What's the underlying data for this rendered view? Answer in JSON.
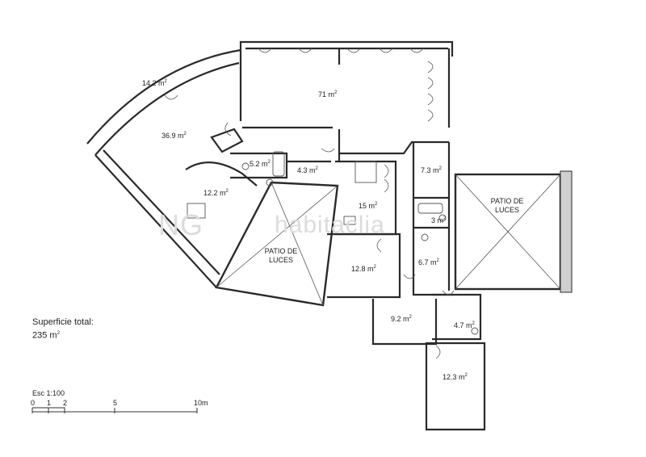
{
  "rooms": [
    {
      "area": "14.2 m",
      "unit_sup": "2"
    },
    {
      "area": "71 m",
      "unit_sup": "2"
    },
    {
      "area": "36.9 m",
      "unit_sup": "2"
    },
    {
      "area": "5.2 m",
      "unit_sup": "2"
    },
    {
      "area": "4.3 m",
      "unit_sup": "2"
    },
    {
      "area": "7.3 m",
      "unit_sup": "2"
    },
    {
      "area": "12.2 m",
      "unit_sup": "2"
    },
    {
      "area": "15 m",
      "unit_sup": "2"
    },
    {
      "area": "3 m",
      "unit_sup": "2"
    },
    {
      "area": "12.8 m",
      "unit_sup": "2"
    },
    {
      "area": "6.7 m",
      "unit_sup": "2"
    },
    {
      "area": "9.2 m",
      "unit_sup": "2"
    },
    {
      "area": "4.7 m",
      "unit_sup": "2"
    },
    {
      "area": "12.3 m",
      "unit_sup": "2"
    }
  ],
  "patios": [
    {
      "line1": "PATIO DE",
      "line2": "LUCES"
    },
    {
      "line1": "PATIO DE",
      "line2": "LUCES"
    }
  ],
  "summary": {
    "label": "Superficie total:",
    "value": "235 m",
    "unit_sup": "2"
  },
  "scale": {
    "title": "Esc 1:100",
    "ticks": [
      "0",
      "1",
      "2",
      "5",
      "10m"
    ]
  },
  "watermark": {
    "left": "NG",
    "right": "habitaclia"
  },
  "colors": {
    "wall": "#2a2a2a",
    "line": "#555555",
    "watermark": "#dcdcdc"
  }
}
